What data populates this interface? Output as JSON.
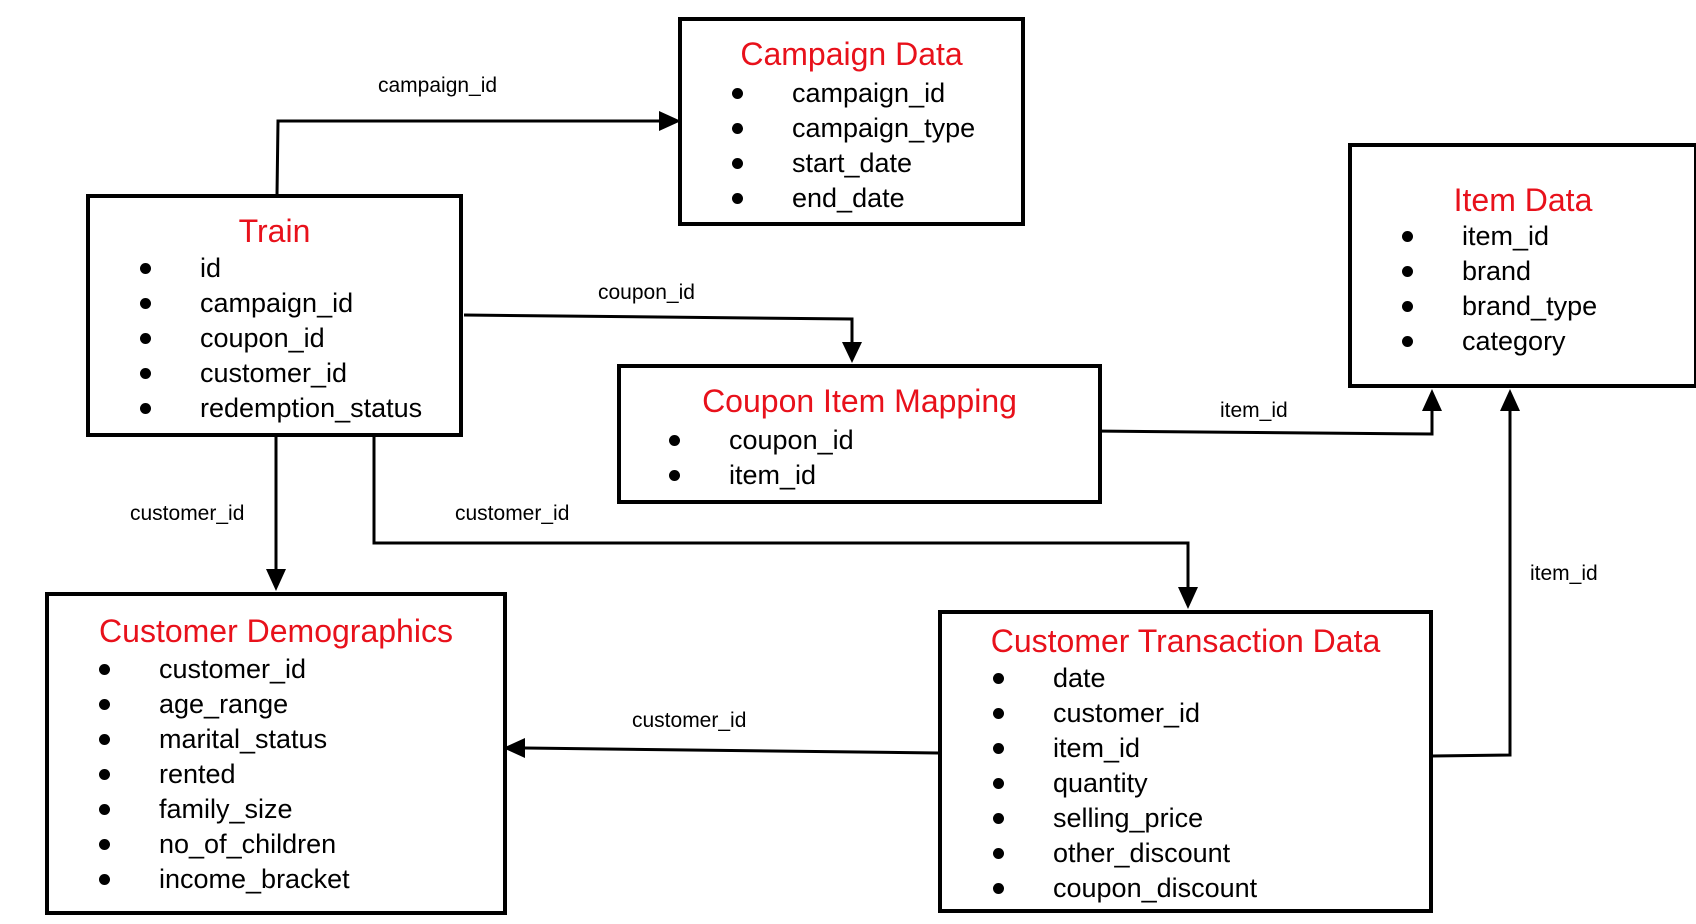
{
  "colors": {
    "title": "#e8111b",
    "border": "#000000",
    "text": "#000000",
    "background": "#ffffff"
  },
  "entities": {
    "campaign": {
      "title": "Campaign Data",
      "fields": [
        "campaign_id",
        "campaign_type",
        "start_date",
        "end_date"
      ]
    },
    "train": {
      "title": "Train",
      "fields": [
        "id",
        "campaign_id",
        "coupon_id",
        "customer_id",
        "redemption_status"
      ]
    },
    "item": {
      "title": "Item Data",
      "fields": [
        "item_id",
        "brand",
        "brand_type",
        "category"
      ]
    },
    "coupon_item": {
      "title": "Coupon Item Mapping",
      "fields": [
        "coupon_id",
        "item_id"
      ]
    },
    "demographics": {
      "title": "Customer Demographics",
      "fields": [
        "customer_id",
        "age_range",
        "marital_status",
        "rented",
        "family_size",
        "no_of_children",
        "income_bracket"
      ]
    },
    "transactions": {
      "title": "Customer Transaction Data",
      "fields": [
        "date",
        "customer_id",
        "item_id",
        "quantity",
        "selling_price",
        "other_discount",
        "coupon_discount"
      ]
    }
  },
  "relationships": [
    {
      "from": "Train",
      "to": "Campaign Data",
      "label": "campaign_id"
    },
    {
      "from": "Train",
      "to": "Coupon Item Mapping",
      "label": "coupon_id"
    },
    {
      "from": "Train",
      "to": "Customer Demographics",
      "label": "customer_id"
    },
    {
      "from": "Train",
      "to": "Customer Transaction Data",
      "label": "customer_id"
    },
    {
      "from": "Coupon Item Mapping",
      "to": "Item Data",
      "label": "item_id"
    },
    {
      "from": "Customer Transaction Data",
      "to": "Item Data",
      "label": "item_id"
    },
    {
      "from": "Customer Transaction Data",
      "to": "Customer Demographics",
      "label": "customer_id"
    }
  ]
}
